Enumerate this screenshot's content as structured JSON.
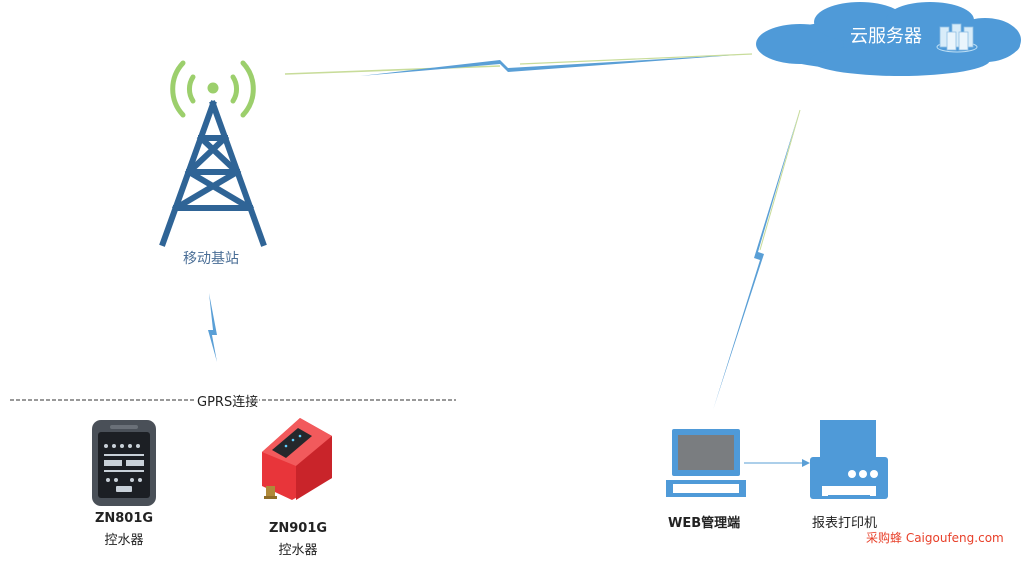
{
  "nodes": {
    "cloud": {
      "label": "云服务器"
    },
    "tower": {
      "label": "移动基站"
    },
    "connection": {
      "label": "GPRS连接"
    },
    "device1": {
      "model": "ZN801G",
      "type": "控水器"
    },
    "device2": {
      "model": "ZN901G",
      "type": "控水器"
    },
    "web": {
      "label": "WEB管理端"
    },
    "printer": {
      "label": "报表打印机"
    }
  },
  "watermark": "采购蜂 Caigoufeng.com",
  "colors": {
    "tower": "#2f6496",
    "signal": "#9ccf6c",
    "cloud": "#4f9ad8",
    "link": "#5a9fd6",
    "device_red": "#e8353a",
    "device_dark": "#3b4148",
    "watermark": "#e8402a"
  }
}
